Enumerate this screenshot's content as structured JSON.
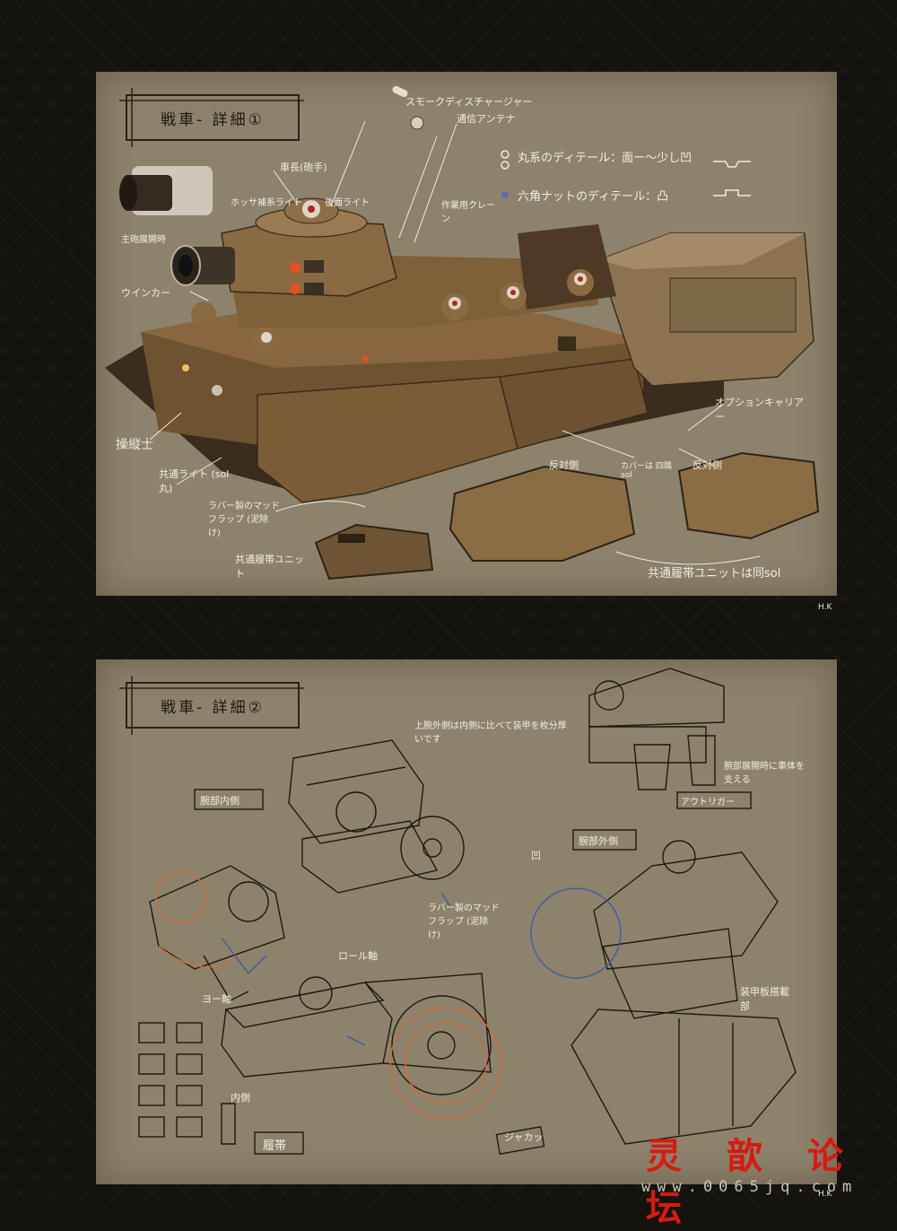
{
  "panel1": {
    "title": "戦車- 詳細①",
    "legend": [
      {
        "text": "丸系のディテール：面ー〜少し凹"
      },
      {
        "text": "六角ナットのディテール：凸"
      }
    ],
    "annotations": [
      {
        "id": "smoke",
        "text": "スモークディスチャージャー"
      },
      {
        "id": "antenna",
        "text": "通信アンテナ"
      },
      {
        "id": "commander",
        "text": "車長(砲手)"
      },
      {
        "id": "searchlight",
        "text": "ホッサ補系ライト"
      },
      {
        "id": "rear-light",
        "text": "後面ライト"
      },
      {
        "id": "crane",
        "text": "作業用クレーン"
      },
      {
        "id": "main-gun",
        "text": "主砲展開時"
      },
      {
        "id": "winker",
        "text": "ウインカー"
      },
      {
        "id": "driver",
        "text": "操縦士"
      },
      {
        "id": "common-light",
        "text": "共通ライト (sol 丸)"
      },
      {
        "id": "mudflap",
        "text": "ラバー製のマッドフラップ (泥除け)"
      },
      {
        "id": "track-unit",
        "text": "共通履帯ユニット"
      },
      {
        "id": "opposite-1",
        "text": "反対側"
      },
      {
        "id": "opposite-2",
        "text": "反対側"
      },
      {
        "id": "cover",
        "text": "カバーは 四隅 sol"
      },
      {
        "id": "option",
        "text": "オプションキャリアー"
      },
      {
        "id": "track-same",
        "text": "共通履帯ユニットは同sol"
      }
    ],
    "credit": "H.K"
  },
  "panel2": {
    "title": "戦車- 詳細②",
    "annotations": [
      {
        "id": "upper-arm",
        "text": "上腕外側は内側に比べて装甲を枚分厚いです"
      },
      {
        "id": "arm-inner",
        "text": "腕部内側"
      },
      {
        "id": "arm-outer",
        "text": "腕部外側"
      },
      {
        "id": "deploy",
        "text": "腕部展開時に車体を支える"
      },
      {
        "id": "outrigger",
        "text": "アウトリガー"
      },
      {
        "id": "concave",
        "text": "凹"
      },
      {
        "id": "mudflap2",
        "text": "ラバー製のマッドフラップ (泥除け)"
      },
      {
        "id": "roll",
        "text": "ロール軸"
      },
      {
        "id": "yaw",
        "text": "ヨー軸"
      },
      {
        "id": "armor-mount",
        "text": "装甲板搭載部"
      },
      {
        "id": "inner",
        "text": "内側"
      },
      {
        "id": "track",
        "text": "履帯"
      },
      {
        "id": "clack",
        "text": "ジャカッ"
      }
    ],
    "credit": "H.K"
  },
  "watermark": {
    "text": "灵 歆 论 坛",
    "url": "www.0065jq.com"
  }
}
